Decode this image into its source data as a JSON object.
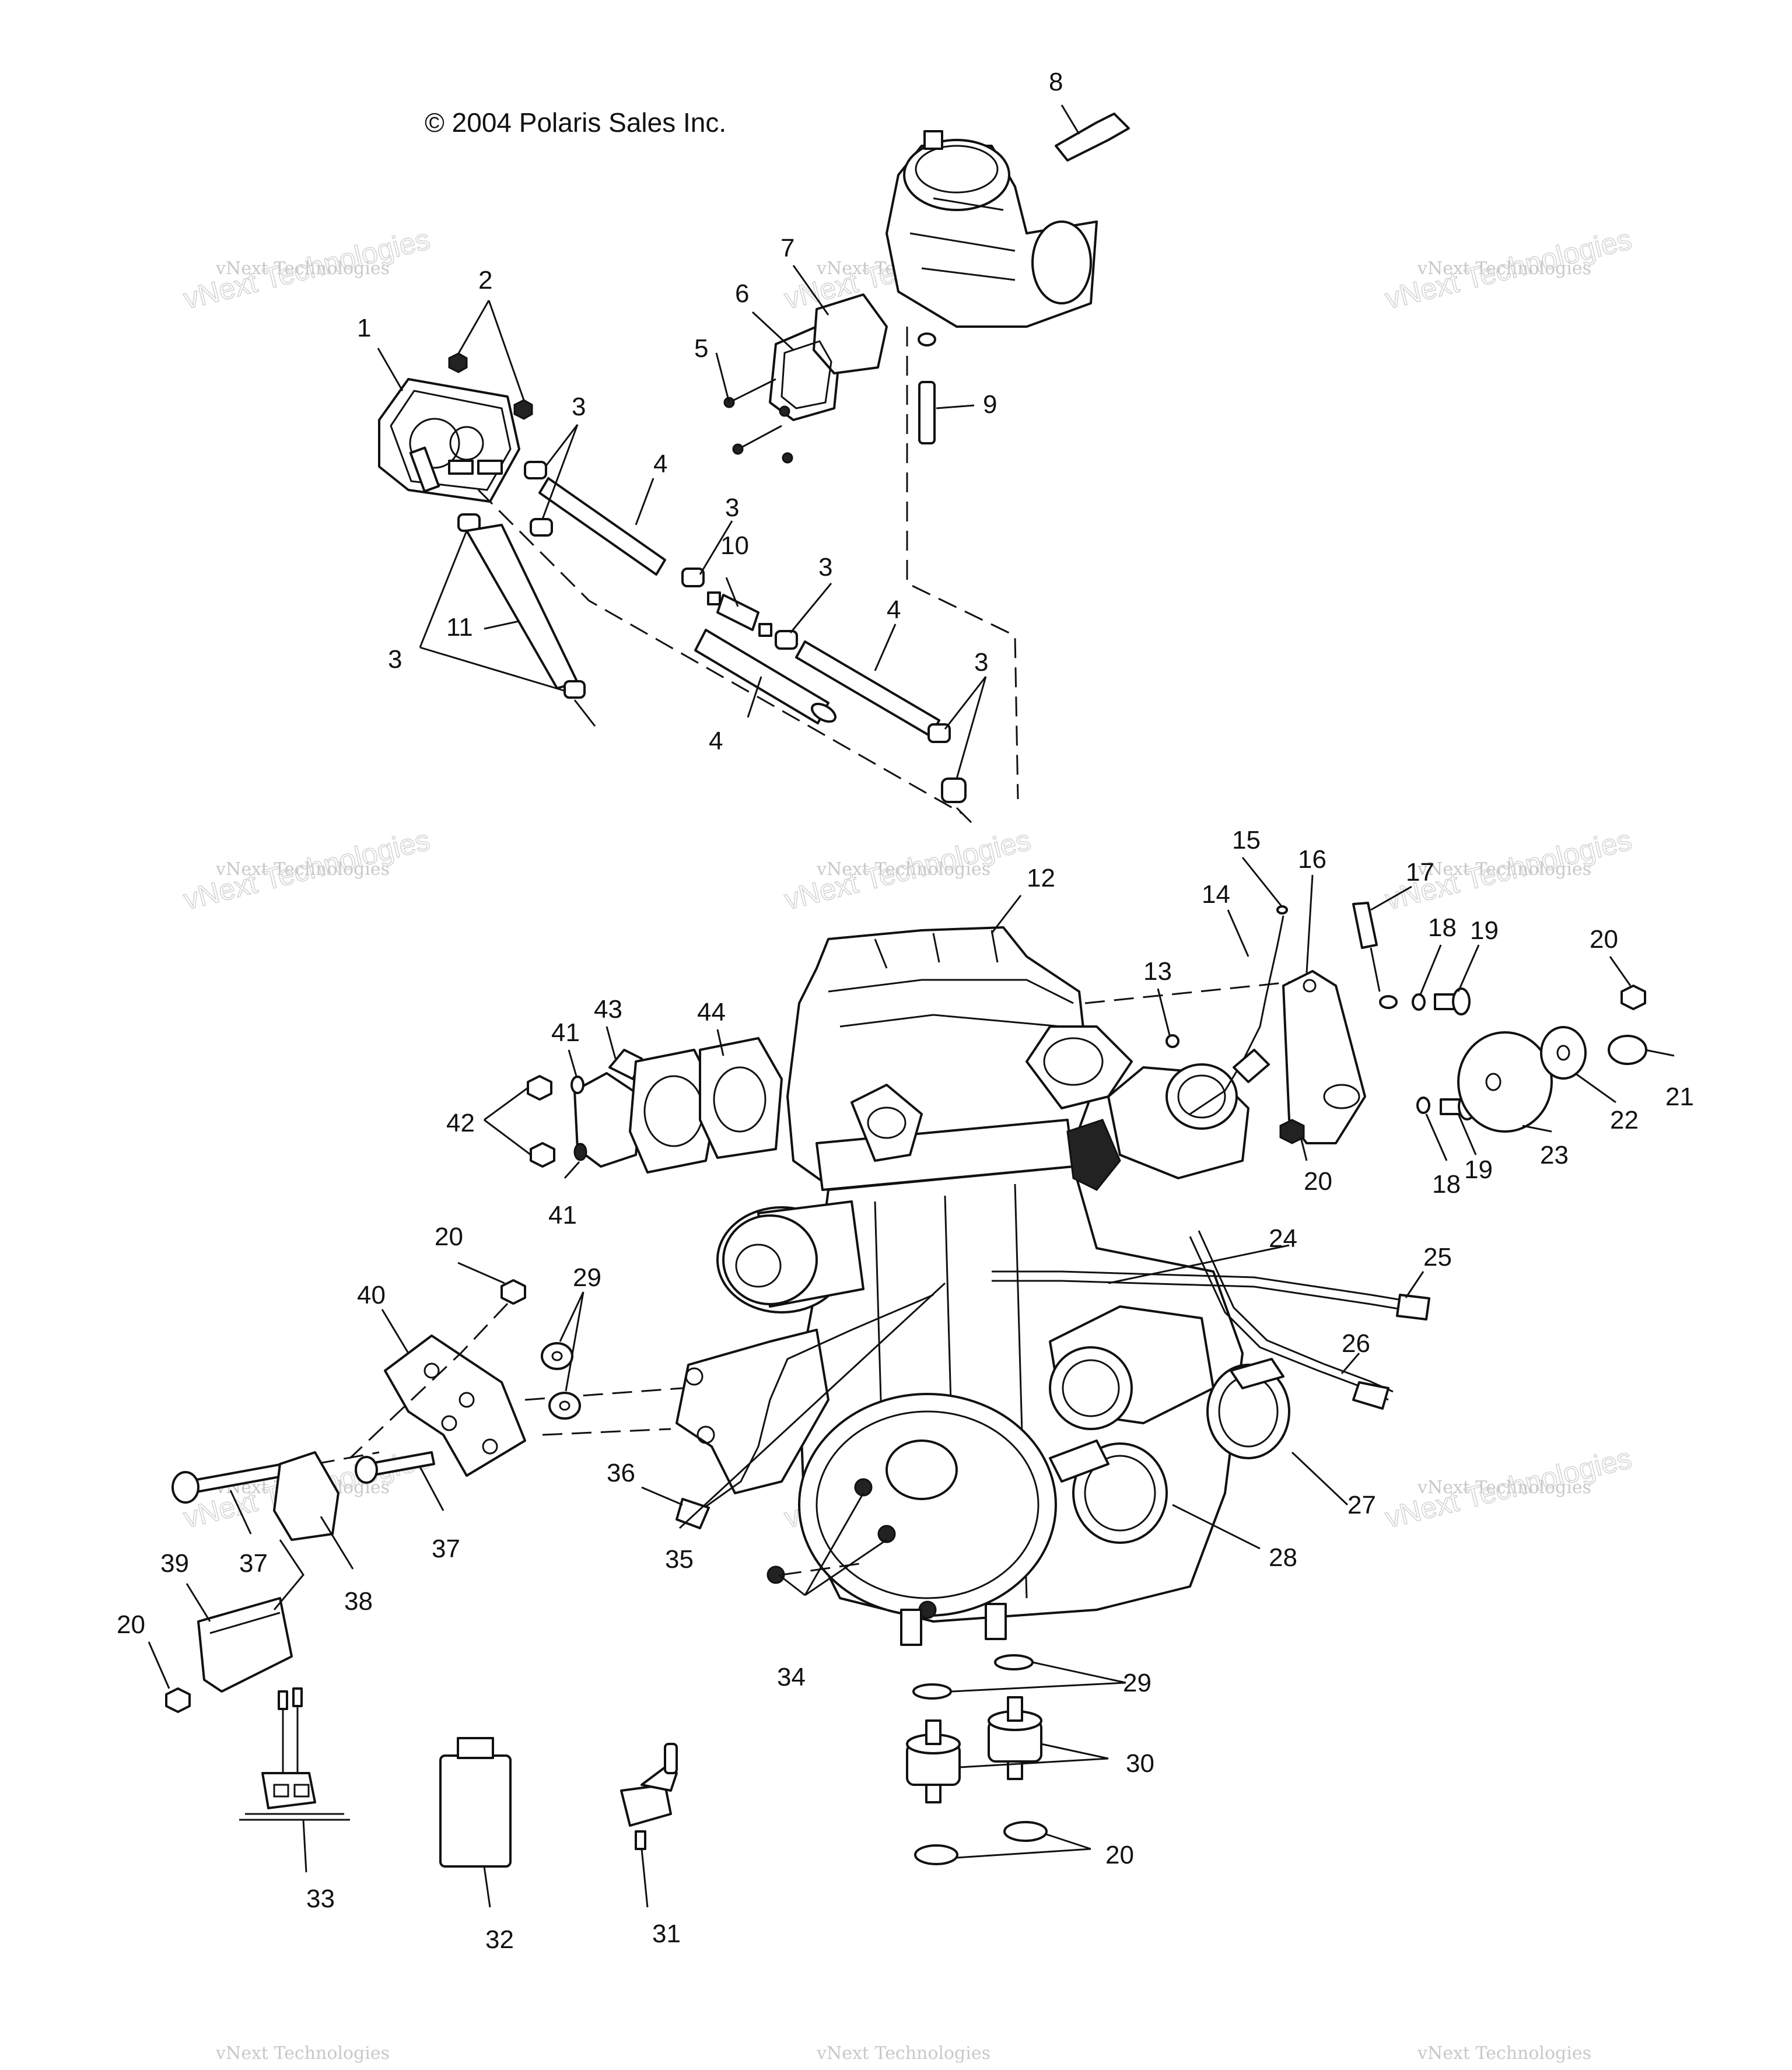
{
  "copyright": "© 2004 Polaris Sales Inc.",
  "watermark": {
    "line_a": "vNext Technologies",
    "line_b": "vNext Technologies"
  },
  "callouts": [
    {
      "id": "c1",
      "label": "1"
    },
    {
      "id": "c2",
      "label": "2"
    },
    {
      "id": "c3a",
      "label": "3"
    },
    {
      "id": "c3b",
      "label": "3"
    },
    {
      "id": "c3c",
      "label": "3"
    },
    {
      "id": "c3d",
      "label": "3"
    },
    {
      "id": "c3e",
      "label": "3"
    },
    {
      "id": "c4a",
      "label": "4"
    },
    {
      "id": "c4b",
      "label": "4"
    },
    {
      "id": "c4c",
      "label": "4"
    },
    {
      "id": "c5",
      "label": "5"
    },
    {
      "id": "c6",
      "label": "6"
    },
    {
      "id": "c7",
      "label": "7"
    },
    {
      "id": "c8",
      "label": "8"
    },
    {
      "id": "c9",
      "label": "9"
    },
    {
      "id": "c10",
      "label": "10"
    },
    {
      "id": "c11",
      "label": "11"
    },
    {
      "id": "c12",
      "label": "12"
    },
    {
      "id": "c13",
      "label": "13"
    },
    {
      "id": "c14",
      "label": "14"
    },
    {
      "id": "c15",
      "label": "15"
    },
    {
      "id": "c16",
      "label": "16"
    },
    {
      "id": "c17",
      "label": "17"
    },
    {
      "id": "c18a",
      "label": "18"
    },
    {
      "id": "c18b",
      "label": "18"
    },
    {
      "id": "c19a",
      "label": "19"
    },
    {
      "id": "c19b",
      "label": "19"
    },
    {
      "id": "c20a",
      "label": "20"
    },
    {
      "id": "c20b",
      "label": "20"
    },
    {
      "id": "c20c",
      "label": "20"
    },
    {
      "id": "c20d",
      "label": "20"
    },
    {
      "id": "c20e",
      "label": "20"
    },
    {
      "id": "c21",
      "label": "21"
    },
    {
      "id": "c22",
      "label": "22"
    },
    {
      "id": "c23",
      "label": "23"
    },
    {
      "id": "c24",
      "label": "24"
    },
    {
      "id": "c25",
      "label": "25"
    },
    {
      "id": "c26",
      "label": "26"
    },
    {
      "id": "c27",
      "label": "27"
    },
    {
      "id": "c28",
      "label": "28"
    },
    {
      "id": "c29a",
      "label": "29"
    },
    {
      "id": "c29b",
      "label": "29"
    },
    {
      "id": "c30",
      "label": "30"
    },
    {
      "id": "c31",
      "label": "31"
    },
    {
      "id": "c32",
      "label": "32"
    },
    {
      "id": "c33",
      "label": "33"
    },
    {
      "id": "c34",
      "label": "34"
    },
    {
      "id": "c35",
      "label": "35"
    },
    {
      "id": "c36",
      "label": "36"
    },
    {
      "id": "c37a",
      "label": "37"
    },
    {
      "id": "c37b",
      "label": "37"
    },
    {
      "id": "c38",
      "label": "38"
    },
    {
      "id": "c39",
      "label": "39"
    },
    {
      "id": "c40",
      "label": "40"
    },
    {
      "id": "c41a",
      "label": "41"
    },
    {
      "id": "c41b",
      "label": "41"
    },
    {
      "id": "c42",
      "label": "42"
    },
    {
      "id": "c43",
      "label": "43"
    },
    {
      "id": "c44",
      "label": "44"
    }
  ]
}
